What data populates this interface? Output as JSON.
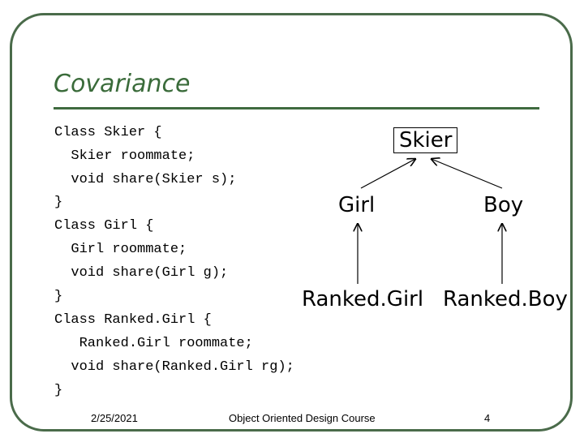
{
  "slide": {
    "title": "Covariance",
    "code_lines": [
      "Class Skier {",
      "  Skier roommate;",
      "  void share(Skier s);",
      "}",
      "Class Girl {",
      "  Girl roommate;",
      "  void share(Girl g);",
      "}",
      "Class Ranked.Girl {",
      "   Ranked.Girl roommate;",
      "  void share(Ranked.Girl rg);",
      "}"
    ],
    "diagram": {
      "skier": "Skier",
      "girl": "Girl",
      "boy": "Boy",
      "ranked_girl": "Ranked.Girl",
      "ranked_boy": "Ranked.Boy"
    },
    "footer": {
      "date": "2/25/2021",
      "course": "Object Oriented Design Course",
      "page": "4"
    }
  },
  "colors": {
    "title": "#3a6b3a",
    "rule": "#3f6b3f",
    "frame": "#4a6b4a"
  }
}
